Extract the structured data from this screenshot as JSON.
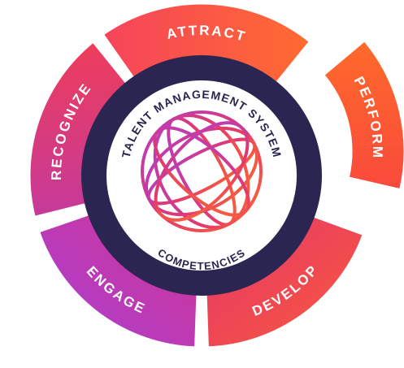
{
  "segments": [
    {
      "key": "attract",
      "label": "ATTRACT"
    },
    {
      "key": "perform",
      "label": "PERFORM"
    },
    {
      "key": "develop",
      "label": "DEVELOP"
    },
    {
      "key": "engage",
      "label": "ENGAGE"
    },
    {
      "key": "recognize",
      "label": "RECOGNIZE"
    }
  ],
  "center": {
    "title": "TALENT MANAGEMENT SYSTEM",
    "subtitle": "COMPETENCIES"
  },
  "colors": {
    "ring": "#2b2651",
    "center_bg": "#ffffff",
    "text_dark": "#2a2550",
    "orange": "#ff6a2b",
    "red": "#f0404f",
    "magenta": "#d8337a",
    "purple": "#b23fd0"
  },
  "icons": {
    "center": "globe-wireframe-icon"
  }
}
